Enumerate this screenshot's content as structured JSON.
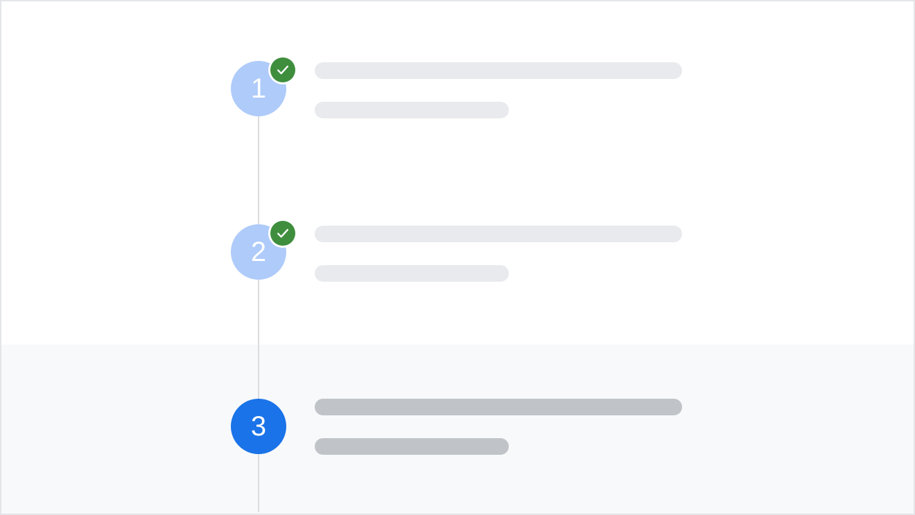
{
  "steps": [
    {
      "number": "1",
      "state": "completed",
      "icon": "check-icon"
    },
    {
      "number": "2",
      "state": "completed",
      "icon": "check-icon"
    },
    {
      "number": "3",
      "state": "active"
    }
  ],
  "colors": {
    "completed_circle": "#aecbfa",
    "active_circle": "#1a73e8",
    "check_badge": "#3e8e3e",
    "placeholder_light": "#e8eaed",
    "placeholder_dark": "#c0c3c7",
    "active_band": "#f7f9fa",
    "timeline_line": "#dadce0"
  }
}
